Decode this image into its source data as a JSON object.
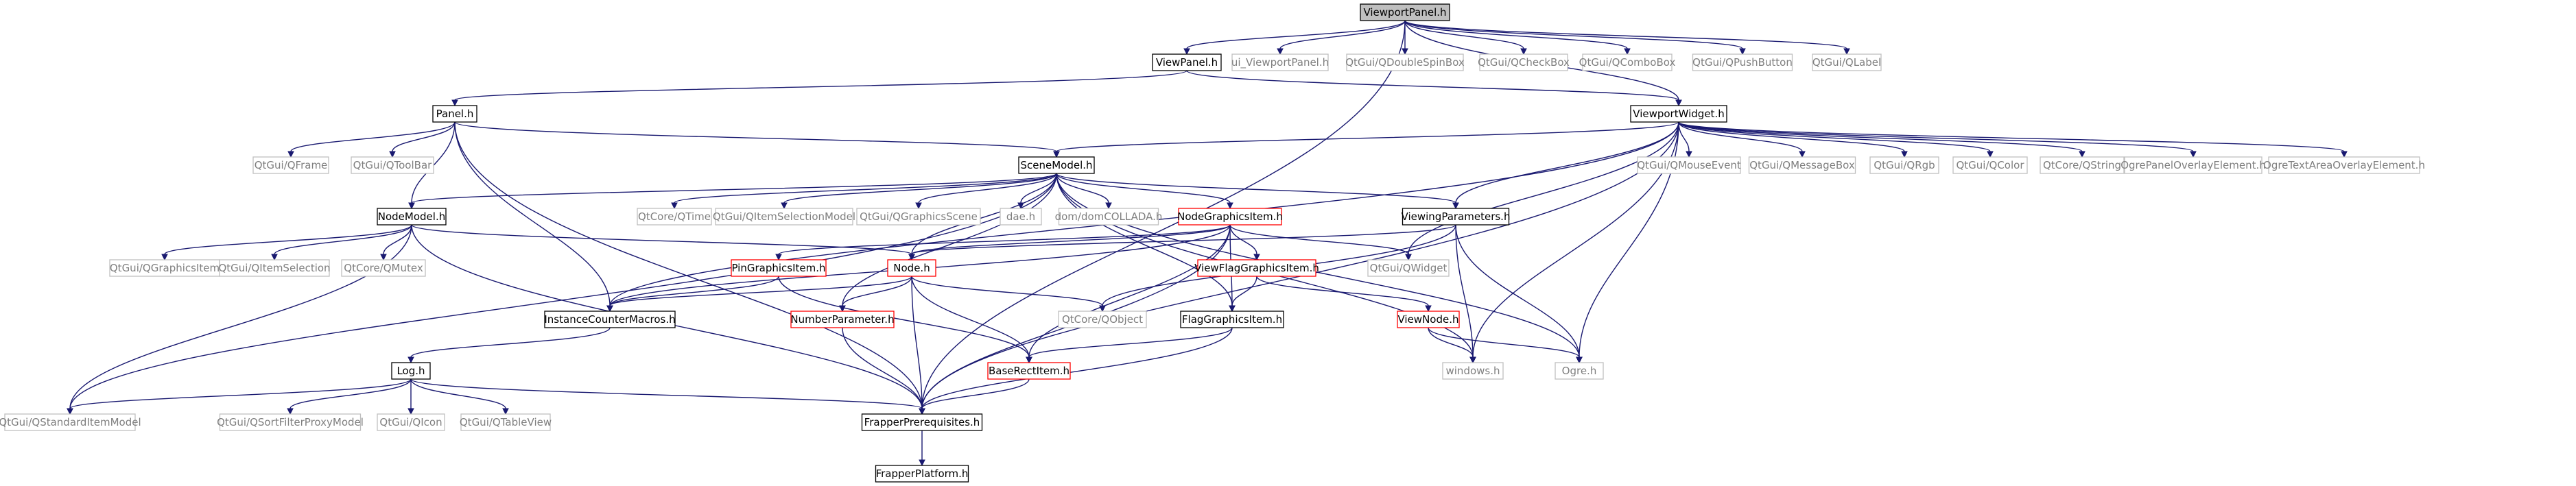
{
  "colors": {
    "edge": "#191970",
    "box_default": "#000000",
    "box_missing": "#bfbfbf",
    "box_incomplete": "#ff0000",
    "box_root_fill": "#bfbfbf",
    "text_default": "#000000",
    "text_missing": "#7f7f7f"
  },
  "nodes": [
    {
      "id": "viewportpanel",
      "label": "ViewportPanel.h",
      "kind": "root"
    },
    {
      "id": "viewpanel",
      "label": "ViewPanel.h",
      "kind": "default"
    },
    {
      "id": "ui_viewportpanel",
      "label": "ui_ViewportPanel.h",
      "kind": "missing"
    },
    {
      "id": "qdoublespinbox",
      "label": "QtGui/QDoubleSpinBox",
      "kind": "missing"
    },
    {
      "id": "qcheckbox",
      "label": "QtGui/QCheckBox",
      "kind": "missing"
    },
    {
      "id": "qcombobox",
      "label": "QtGui/QComboBox",
      "kind": "missing"
    },
    {
      "id": "qpushbutton",
      "label": "QtGui/QPushButton",
      "kind": "missing"
    },
    {
      "id": "qlabel",
      "label": "QtGui/QLabel",
      "kind": "missing"
    },
    {
      "id": "panel",
      "label": "Panel.h",
      "kind": "default"
    },
    {
      "id": "viewportwidget",
      "label": "ViewportWidget.h",
      "kind": "default"
    },
    {
      "id": "qframe",
      "label": "QtGui/QFrame",
      "kind": "missing"
    },
    {
      "id": "qtoolbar",
      "label": "QtGui/QToolBar",
      "kind": "missing"
    },
    {
      "id": "scenemodel",
      "label": "SceneModel.h",
      "kind": "default"
    },
    {
      "id": "qmouseevent",
      "label": "QtGui/QMouseEvent",
      "kind": "missing"
    },
    {
      "id": "qmessagebox",
      "label": "QtGui/QMessageBox",
      "kind": "missing"
    },
    {
      "id": "qrgb",
      "label": "QtGui/QRgb",
      "kind": "missing"
    },
    {
      "id": "qcolor",
      "label": "QtGui/QColor",
      "kind": "missing"
    },
    {
      "id": "qstring",
      "label": "QtCore/QString",
      "kind": "missing"
    },
    {
      "id": "ogrepaneloverlay",
      "label": "OgrePanelOverlayElement.h",
      "kind": "missing"
    },
    {
      "id": "ogretextarea",
      "label": "OgreTextAreaOverlayElement.h",
      "kind": "missing"
    },
    {
      "id": "nodemodel",
      "label": "NodeModel.h",
      "kind": "default"
    },
    {
      "id": "qtime",
      "label": "QtCore/QTime",
      "kind": "missing"
    },
    {
      "id": "qitemselectionmodel",
      "label": "QtGui/QItemSelectionModel",
      "kind": "missing"
    },
    {
      "id": "qgraphicsscene",
      "label": "QtGui/QGraphicsScene",
      "kind": "missing"
    },
    {
      "id": "dae",
      "label": "dae.h",
      "kind": "missing"
    },
    {
      "id": "domcollada",
      "label": "dom/domCOLLADA.h",
      "kind": "missing"
    },
    {
      "id": "nodegraphicsitem",
      "label": "NodeGraphicsItem.h",
      "kind": "incomplete"
    },
    {
      "id": "viewingparameters",
      "label": "ViewingParameters.h",
      "kind": "default"
    },
    {
      "id": "qgraphicsitem",
      "label": "QtGui/QGraphicsItem",
      "kind": "missing"
    },
    {
      "id": "qitemselection",
      "label": "QtGui/QItemSelection",
      "kind": "missing"
    },
    {
      "id": "qmutex",
      "label": "QtCore/QMutex",
      "kind": "missing"
    },
    {
      "id": "pingraphicsitem",
      "label": "PinGraphicsItem.h",
      "kind": "incomplete"
    },
    {
      "id": "node",
      "label": "Node.h",
      "kind": "incomplete"
    },
    {
      "id": "viewflaggraphicsitem",
      "label": "ViewFlagGraphicsItem.h",
      "kind": "incomplete"
    },
    {
      "id": "qwidget",
      "label": "QtGui/QWidget",
      "kind": "missing"
    },
    {
      "id": "instancecountermacros",
      "label": "InstanceCounterMacros.h",
      "kind": "default"
    },
    {
      "id": "numberparameter",
      "label": "NumberParameter.h",
      "kind": "incomplete"
    },
    {
      "id": "qobject",
      "label": "QtCore/QObject",
      "kind": "missing"
    },
    {
      "id": "flaggraphicsitem",
      "label": "FlagGraphicsItem.h",
      "kind": "default"
    },
    {
      "id": "viewnode",
      "label": "ViewNode.h",
      "kind": "incomplete"
    },
    {
      "id": "windows",
      "label": "windows.h",
      "kind": "missing"
    },
    {
      "id": "ogre",
      "label": "Ogre.h",
      "kind": "missing"
    },
    {
      "id": "log",
      "label": "Log.h",
      "kind": "default"
    },
    {
      "id": "baserectitem",
      "label": "BaseRectItem.h",
      "kind": "incomplete"
    },
    {
      "id": "qstandarditemmodel",
      "label": "QtGui/QStandardItemModel",
      "kind": "missing"
    },
    {
      "id": "qsortfilterproxymodel",
      "label": "QtGui/QSortFilterProxyModel",
      "kind": "missing"
    },
    {
      "id": "qicon",
      "label": "QtGui/QIcon",
      "kind": "missing"
    },
    {
      "id": "qtableview",
      "label": "QtGui/QTableView",
      "kind": "missing"
    },
    {
      "id": "frapperprerequisites",
      "label": "FrapperPrerequisites.h",
      "kind": "default"
    },
    {
      "id": "frapperplatform",
      "label": "FrapperPlatform.h",
      "kind": "default"
    }
  ],
  "edges": [
    [
      "viewportpanel",
      "viewpanel"
    ],
    [
      "viewportpanel",
      "ui_viewportpanel"
    ],
    [
      "viewportpanel",
      "qdoublespinbox"
    ],
    [
      "viewportpanel",
      "qcheckbox"
    ],
    [
      "viewportpanel",
      "qcombobox"
    ],
    [
      "viewportpanel",
      "qpushbutton"
    ],
    [
      "viewportpanel",
      "qlabel"
    ],
    [
      "viewportpanel",
      "viewportwidget"
    ],
    [
      "viewportpanel",
      "frapperprerequisites"
    ],
    [
      "viewpanel",
      "panel"
    ],
    [
      "viewpanel",
      "viewportwidget"
    ],
    [
      "panel",
      "qframe"
    ],
    [
      "panel",
      "qtoolbar"
    ],
    [
      "panel",
      "scenemodel"
    ],
    [
      "panel",
      "nodemodel"
    ],
    [
      "panel",
      "instancecountermacros"
    ],
    [
      "panel",
      "frapperprerequisites"
    ],
    [
      "viewportwidget",
      "scenemodel"
    ],
    [
      "viewportwidget",
      "qmouseevent"
    ],
    [
      "viewportwidget",
      "qmessagebox"
    ],
    [
      "viewportwidget",
      "qrgb"
    ],
    [
      "viewportwidget",
      "qcolor"
    ],
    [
      "viewportwidget",
      "qstring"
    ],
    [
      "viewportwidget",
      "ogrepaneloverlay"
    ],
    [
      "viewportwidget",
      "ogretextarea"
    ],
    [
      "viewportwidget",
      "viewingparameters"
    ],
    [
      "viewportwidget",
      "qwidget"
    ],
    [
      "viewportwidget",
      "windows"
    ],
    [
      "viewportwidget",
      "ogre"
    ],
    [
      "viewportwidget",
      "instancecountermacros"
    ],
    [
      "viewportwidget",
      "frapperprerequisites"
    ],
    [
      "scenemodel",
      "nodemodel"
    ],
    [
      "scenemodel",
      "qtime"
    ],
    [
      "scenemodel",
      "qitemselectionmodel"
    ],
    [
      "scenemodel",
      "qgraphicsscene"
    ],
    [
      "scenemodel",
      "dae"
    ],
    [
      "scenemodel",
      "domcollada"
    ],
    [
      "scenemodel",
      "nodegraphicsitem"
    ],
    [
      "scenemodel",
      "viewingparameters"
    ],
    [
      "scenemodel",
      "node"
    ],
    [
      "scenemodel",
      "numberparameter"
    ],
    [
      "scenemodel",
      "windows"
    ],
    [
      "scenemodel",
      "ogre"
    ],
    [
      "scenemodel",
      "qstandarditemmodel"
    ],
    [
      "scenemodel",
      "flaggraphicsitem"
    ],
    [
      "nodemodel",
      "qgraphicsitem"
    ],
    [
      "nodemodel",
      "qitemselection"
    ],
    [
      "nodemodel",
      "qmutex"
    ],
    [
      "nodemodel",
      "node"
    ],
    [
      "nodemodel",
      "qstandarditemmodel"
    ],
    [
      "nodemodel",
      "frapperprerequisites"
    ],
    [
      "nodegraphicsitem",
      "pingraphicsitem"
    ],
    [
      "nodegraphicsitem",
      "node"
    ],
    [
      "nodegraphicsitem",
      "viewflaggraphicsitem"
    ],
    [
      "nodegraphicsitem",
      "qwidget"
    ],
    [
      "nodegraphicsitem",
      "instancecountermacros"
    ],
    [
      "nodegraphicsitem",
      "baserectitem"
    ],
    [
      "nodegraphicsitem",
      "flaggraphicsitem"
    ],
    [
      "nodegraphicsitem",
      "frapperprerequisites"
    ],
    [
      "viewingparameters",
      "node"
    ],
    [
      "viewingparameters",
      "windows"
    ],
    [
      "viewingparameters",
      "ogre"
    ],
    [
      "viewingparameters",
      "qobject"
    ],
    [
      "pingraphicsitem",
      "instancecountermacros"
    ],
    [
      "pingraphicsitem",
      "baserectitem"
    ],
    [
      "node",
      "instancecountermacros"
    ],
    [
      "node",
      "numberparameter"
    ],
    [
      "node",
      "qobject"
    ],
    [
      "node",
      "frapperprerequisites"
    ],
    [
      "node",
      "baserectitem"
    ],
    [
      "viewflaggraphicsitem",
      "flaggraphicsitem"
    ],
    [
      "viewflaggraphicsitem",
      "viewnode"
    ],
    [
      "instancecountermacros",
      "log"
    ],
    [
      "numberparameter",
      "frapperprerequisites"
    ],
    [
      "flaggraphicsitem",
      "baserectitem"
    ],
    [
      "flaggraphicsitem",
      "frapperprerequisites"
    ],
    [
      "viewnode",
      "windows"
    ],
    [
      "viewnode",
      "ogre"
    ],
    [
      "log",
      "qstandarditemmodel"
    ],
    [
      "log",
      "qsortfilterproxymodel"
    ],
    [
      "log",
      "qicon"
    ],
    [
      "log",
      "qtableview"
    ],
    [
      "log",
      "frapperprerequisites"
    ],
    [
      "baserectitem",
      "frapperprerequisites"
    ],
    [
      "frapperprerequisites",
      "frapperplatform"
    ]
  ]
}
